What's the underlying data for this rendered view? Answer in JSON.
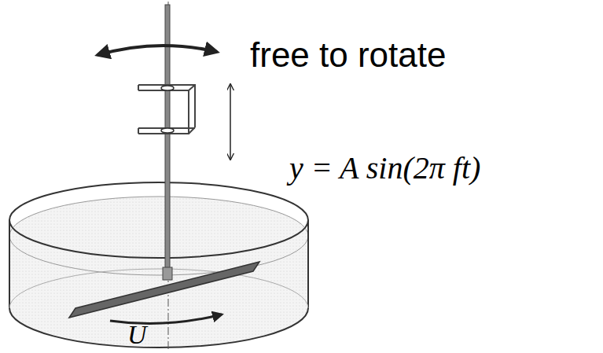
{
  "diagram": {
    "labels": [
      "free to rotate",
      "y = A sin(2π ft)",
      "U"
    ]
  }
}
